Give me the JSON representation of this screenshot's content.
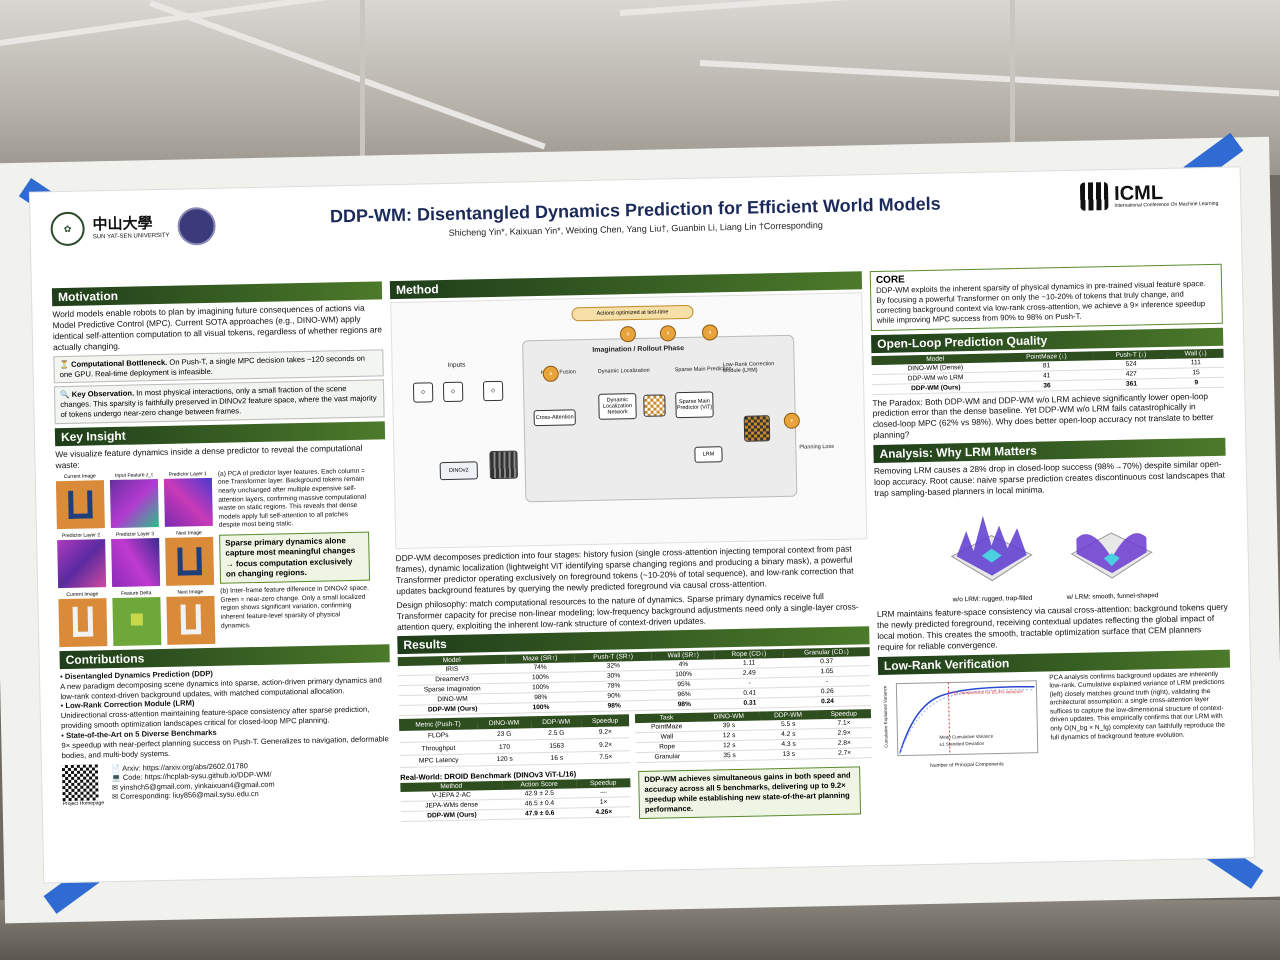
{
  "poster": {
    "title": "DDP-WM: Disentangled Dynamics Prediction for Efficient World Models",
    "authors": "Shicheng Yin*, Kaixuan Yin*, Weixing Chen, Yang Liu†, Guanbin Li, Liang Lin   †Corresponding",
    "university": "中山大學",
    "university_en": "SUN YAT-SEN UNIVERSITY",
    "conference": "ICML",
    "conference_sub": "International Conference On Machine Learning"
  },
  "motivation": {
    "heading": "Motivation",
    "body": "World models enable robots to plan by imagining future consequences of actions via Model Predictive Control (MPC). Current SOTA approaches (e.g., DINO-WM) apply identical self-attention computation to all visual tokens, regardless of whether regions are actually changing.",
    "bottleneck_title": "Computational Bottleneck.",
    "bottleneck_text": "On Push-T, a single MPC decision takes ~120 seconds on one GPU. Real-time deployment is infeasible.",
    "observation_title": "Key Observation.",
    "observation_text": "In most physical interactions, only a small fraction of the scene changes. This sparsity is faithfully preserved in DINOv2 feature space, where the vast majority of tokens undergo near-zero change between frames."
  },
  "key_insight": {
    "heading": "Key Insight",
    "body": "We visualize feature dynamics inside a dense predictor to reveal the computational waste:",
    "captions_row1": [
      "Current Image",
      "Input Feature z_t",
      "Predictor Layer 1"
    ],
    "captions_row2": [
      "Predictor Layer 2",
      "Predictor Layer 3",
      "Next Image"
    ],
    "captions_row3": [
      "Current Image",
      "Feature Delta",
      "Next Image"
    ],
    "note_a": "(a) PCA of predictor layer features. Each column = one Transformer layer. Background tokens remain nearly unchanged after multiple expensive self-attention layers, confirming massive computational waste on static regions. This reveals that dense models apply full self-attention to all patches despite most being static.",
    "callout": "Sparse primary dynamics alone capture most meaningful changes → focus computation exclusively on changing regions.",
    "note_b": "(b) Inter-frame feature difference in DINOv2 space. Green = near-zero change. Only a small localized region shows significant variation, confirming inherent feature-level sparsity of physical dynamics."
  },
  "contributions": {
    "heading": "Contributions",
    "items": [
      {
        "title": "Disentangled Dynamics Prediction (DDP)",
        "text": "A new paradigm decomposing scene dynamics into sparse, action-driven primary dynamics and low-rank context-driven background updates, with matched computational allocation."
      },
      {
        "title": "Low-Rank Correction Module (LRM)",
        "text": "Unidirectional cross-attention maintaining feature-space consistency after sparse prediction, providing smooth optimization landscapes critical for closed-loop MPC planning."
      },
      {
        "title": "State-of-the-Art on 5 Diverse Benchmarks",
        "text": "9× speedup with near-perfect planning success on Push-T. Generalizes to navigation, deformable bodies, and multi-body systems."
      }
    ],
    "arxiv": "Arxiv: https://arxiv.org/abs/2602.01780",
    "code": "Code: https://hcplab-sysu.github.io/DDP-WM/",
    "email": "yinshch5@gmail.com, yinkaixuan4@gmail.com",
    "corresponding": "Corresponding: liuy856@mail.sysu.edu.cn",
    "homepage": "Project Homepage"
  },
  "method": {
    "heading": "Method",
    "diagram": {
      "actions": "Actions optimized at test-time",
      "phase": "Imagination / Rollout Phase",
      "inputs": "Inputs",
      "history": "History Fusion",
      "localization": "Dynamic Localization",
      "sparse": "Sparse Main Prediction",
      "lrm": "Low-Rank Correction Module (LRM)",
      "dinov2": "DINOv2",
      "planning": "Planning Loss",
      "crossattn": "Cross-Attention",
      "dln": "Dynamic Localization Network",
      "spp": "Sparse Main Predictor (ViT)"
    },
    "para1": "DDP-WM decomposes prediction into four stages: history fusion (single cross-attention injecting temporal context from past frames), dynamic localization (lightweight ViT identifying sparse changing regions and producing a binary mask), a powerful Transformer predictor operating exclusively on foreground tokens (~10-20% of total sequence), and low-rank correction that updates background features by querying the newly predicted foreground via causal cross-attention.",
    "para2": "Design philosophy: match computational resources to the nature of dynamics. Sparse primary dynamics receive full Transformer capacity for precise non-linear modeling; low-frequency background adjustments need only a single-layer cross-attention query, exploiting the inherent low-rank structure of context-driven updates."
  },
  "results": {
    "heading": "Results",
    "main_head": [
      "Model",
      "Maze (SR↑)",
      "Push-T (SR↑)",
      "Wall (SR↑)",
      "Rope (CD↓)",
      "Granular (CD↓)"
    ],
    "main_rows": [
      [
        "IRIS",
        "74%",
        "32%",
        "4%",
        "1.11",
        "0.37"
      ],
      [
        "DreamerV3",
        "100%",
        "30%",
        "100%",
        "2.49",
        "1.05"
      ],
      [
        "Sparse Imagination",
        "100%",
        "78%",
        "95%",
        "-",
        "-"
      ],
      [
        "DINO-WM",
        "98%",
        "90%",
        "96%",
        "0.41",
        "0.26"
      ],
      [
        "DDP-WM (Ours)",
        "100%",
        "98%",
        "98%",
        "0.31",
        "0.24"
      ]
    ],
    "eff_head": [
      "Metric (Push-T)",
      "DINO-WM",
      "DDP-WM",
      "Speedup"
    ],
    "eff_rows": [
      [
        "FLOPs",
        "23 G",
        "2.5 G",
        "9.2×"
      ],
      [
        "Throughput",
        "170",
        "1563",
        "9.2×"
      ],
      [
        "MPC Latency",
        "120 s",
        "16 s",
        "7.5×"
      ]
    ],
    "task_head": [
      "Task",
      "DINO-WM",
      "DDP-WM",
      "Speedup"
    ],
    "task_rows": [
      [
        "PointMaze",
        "39 s",
        "5.5 s",
        "7.1×"
      ],
      [
        "Wall",
        "12 s",
        "4.2 s",
        "2.9×"
      ],
      [
        "Rope",
        "12 s",
        "4.3 s",
        "2.8×"
      ],
      [
        "Granular",
        "35 s",
        "13 s",
        "2.7×"
      ]
    ],
    "droid_title": "Real-World: DROID Benchmark (DINOv3 ViT-L/16)",
    "droid_head": [
      "Method",
      "Action Score",
      "Speedup"
    ],
    "droid_rows": [
      [
        "V-JEPA 2-AC",
        "42.9 ± 2.5",
        "—"
      ],
      [
        "JEPA-WMs dense",
        "46.5 ± 0.4",
        "1×"
      ],
      [
        "DDP-WM (Ours)",
        "47.9 ± 0.6",
        "4.26×"
      ]
    ],
    "summary": "DDP-WM achieves simultaneous gains in both speed and accuracy across all 5 benchmarks, delivering up to 9.2× speedup while establishing new state-of-the-art planning performance."
  },
  "core": {
    "heading": "CORE",
    "body": "DDP-WM exploits the inherent sparsity of physical dynamics in pre-trained visual feature space. By focusing a powerful Transformer on only the ~10-20% of tokens that truly change, and correcting background context via low-rank cross-attention, we achieve a 9× inference speedup while improving MPC success from 90% to 98% on Push-T."
  },
  "openloop": {
    "heading": "Open-Loop Prediction Quality",
    "head": [
      "Model",
      "PointMaze (↓)",
      "Push-T (↓)",
      "Wall (↓)"
    ],
    "rows": [
      [
        "DINO-WM (Dense)",
        "81",
        "524",
        "111"
      ],
      [
        "DDP-WM w/o LRM",
        "41",
        "427",
        "15"
      ],
      [
        "DDP-WM (Ours)",
        "36",
        "361",
        "9"
      ]
    ],
    "paradox": "The Paradox: Both DDP-WM and DDP-WM w/o LRM achieve significantly lower open-loop prediction error than the dense baseline. Yet DDP-WM w/o LRM fails catastrophically in closed-loop MPC (62% vs 98%). Why does better open-loop accuracy not translate to better planning?"
  },
  "analysis": {
    "heading": "Analysis: Why LRM Matters",
    "body": "Removing LRM causes a 28% drop in closed-loop success (98%→70%) despite similar open-loop accuracy. Root cause: naive sparse prediction creates discontinuous cost landscapes that trap sampling-based planners in local minima.",
    "cap_left": "w/o LRM: rugged, trap-filled",
    "cap_right": "w/ LRM: smooth, funnel-shaped",
    "body2": "LRM maintains feature-space consistency via causal cross-attention: background tokens query the newly predicted foreground, receiving contextual updates reflecting the global impact of local motion. This creates the smooth, tractable optimization surface that CEM planners require for reliable convergence."
  },
  "lowrank": {
    "heading": "Low-Rank Verification",
    "body": "PCA analysis confirms background updates are inherently low-rank. Cumulative explained variance of LRM predictions (left) closely matches ground truth (right), validating the architectural assumption: a single cross-attention layer suffices to capture the low-dimensional structure of context-driven updates. This empirically confirms that our LRM with only O(N_bg × N_fg) complexity can faithfully reproduce the full dynamics of background feature evolution.",
    "xlabel": "Number of Principal Components",
    "ylabel": "Cumulative Explained Variance",
    "annot": "~18 components for 95.4% variance",
    "legend1": "Mean Cumulative Variance",
    "legend2": "±1 Standard Deviation"
  }
}
